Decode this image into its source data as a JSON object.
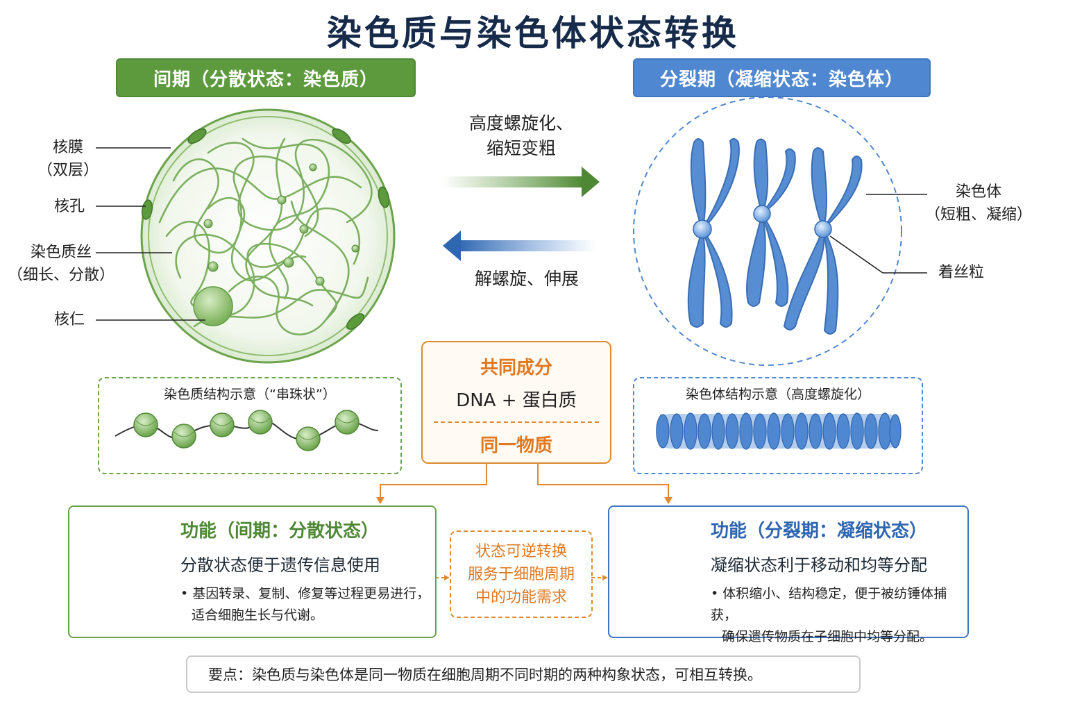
{
  "title": "染色质与染色体状态转换",
  "interphase": {
    "banner": "间期（分散状态：染色质）",
    "labels": {
      "envelope_1": "核膜",
      "envelope_2": "（双层）",
      "pore": "核孔",
      "fiber_1": "染色质丝",
      "fiber_2": "（细长、分散）",
      "nucleolus": "核仁"
    },
    "structure_title": "染色质结构示意（“串珠状”）"
  },
  "division": {
    "banner": "分裂期（凝缩状态：染色体）",
    "labels": {
      "chromosome_1": "染色体",
      "chromosome_2": "（短粗、凝缩）",
      "centromere": "着丝粒"
    },
    "structure_title": "染色体结构示意（高度螺旋化）"
  },
  "arrows": {
    "forward_1": "高度螺旋化、",
    "forward_2": "缩短变粗",
    "backward": "解螺旋、伸展"
  },
  "common": {
    "heading": "共同成分",
    "composition": "DNA + 蛋白质",
    "same": "同一物质"
  },
  "function_interphase": {
    "title": "功能（间期：分散状态）",
    "subtitle": "分散状态便于遗传信息使用",
    "bullet_1": "• 基因转录、复制、修复等过程更易进行，",
    "bullet_2": "适合细胞生长与代谢。"
  },
  "function_division": {
    "title": "功能（分裂期：凝缩状态）",
    "subtitle": "凝缩状态利于移动和均等分配",
    "bullet_1": "• 体积缩小、结构稳定，便于被纺锤体捕获，",
    "bullet_2": "确保遗传物质在子细胞中均等分配。"
  },
  "reversible": {
    "line_1": "状态可逆转换",
    "line_2": "服务于细胞周期",
    "line_3": "中的功能需求"
  },
  "key_point": "要点：染色质与染色体是同一物质在细胞周期不同时期的两种构象状态，可相互转换。",
  "colors": {
    "green": "#5d9a3e",
    "blue": "#4f87d0",
    "orange": "#e08a2f",
    "title": "#162a4a"
  }
}
